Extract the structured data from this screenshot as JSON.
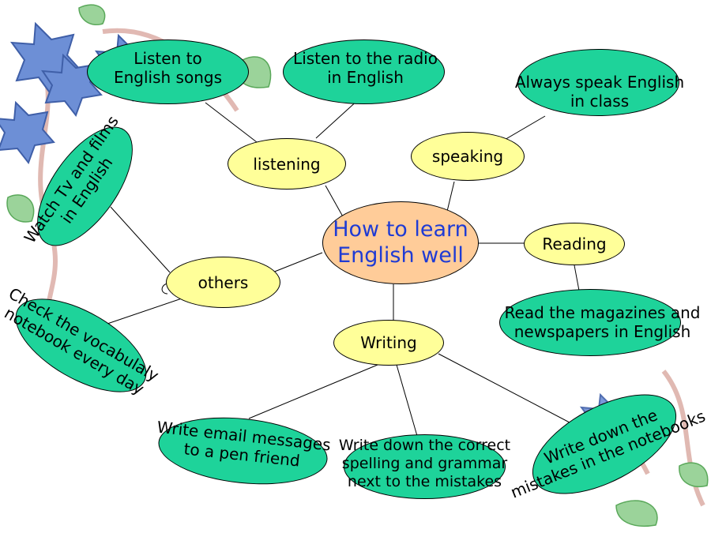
{
  "center": {
    "label": "How to learn\nEnglish well"
  },
  "branches": {
    "listening": "listening",
    "speaking": "speaking",
    "reading": "Reading",
    "writing": "Writing",
    "others": "others"
  },
  "leaves": {
    "listen_songs": "Listen to\nEnglish songs",
    "listen_radio": "Listen to the radio\nin English",
    "speak_class": "Always speak English\nin class",
    "watch_tv": "Watch Tv and films\nin English",
    "check_vocab": "Check the vocabulaly\nnotebook every day",
    "read_mags": "Read the magazines and\nnewspapers in English",
    "write_email": "Write email messages\nto a pen friend",
    "write_spelling": "Write down the correct\nspelling and grammar\nnext to the mistakes",
    "write_mistakes": "Write down the\nmistakes in the notebooks"
  },
  "colors": {
    "leaf": "#1ed39a",
    "branch": "#ffff99",
    "center": "#ffcc99",
    "title_text": "#1f3bd4"
  }
}
